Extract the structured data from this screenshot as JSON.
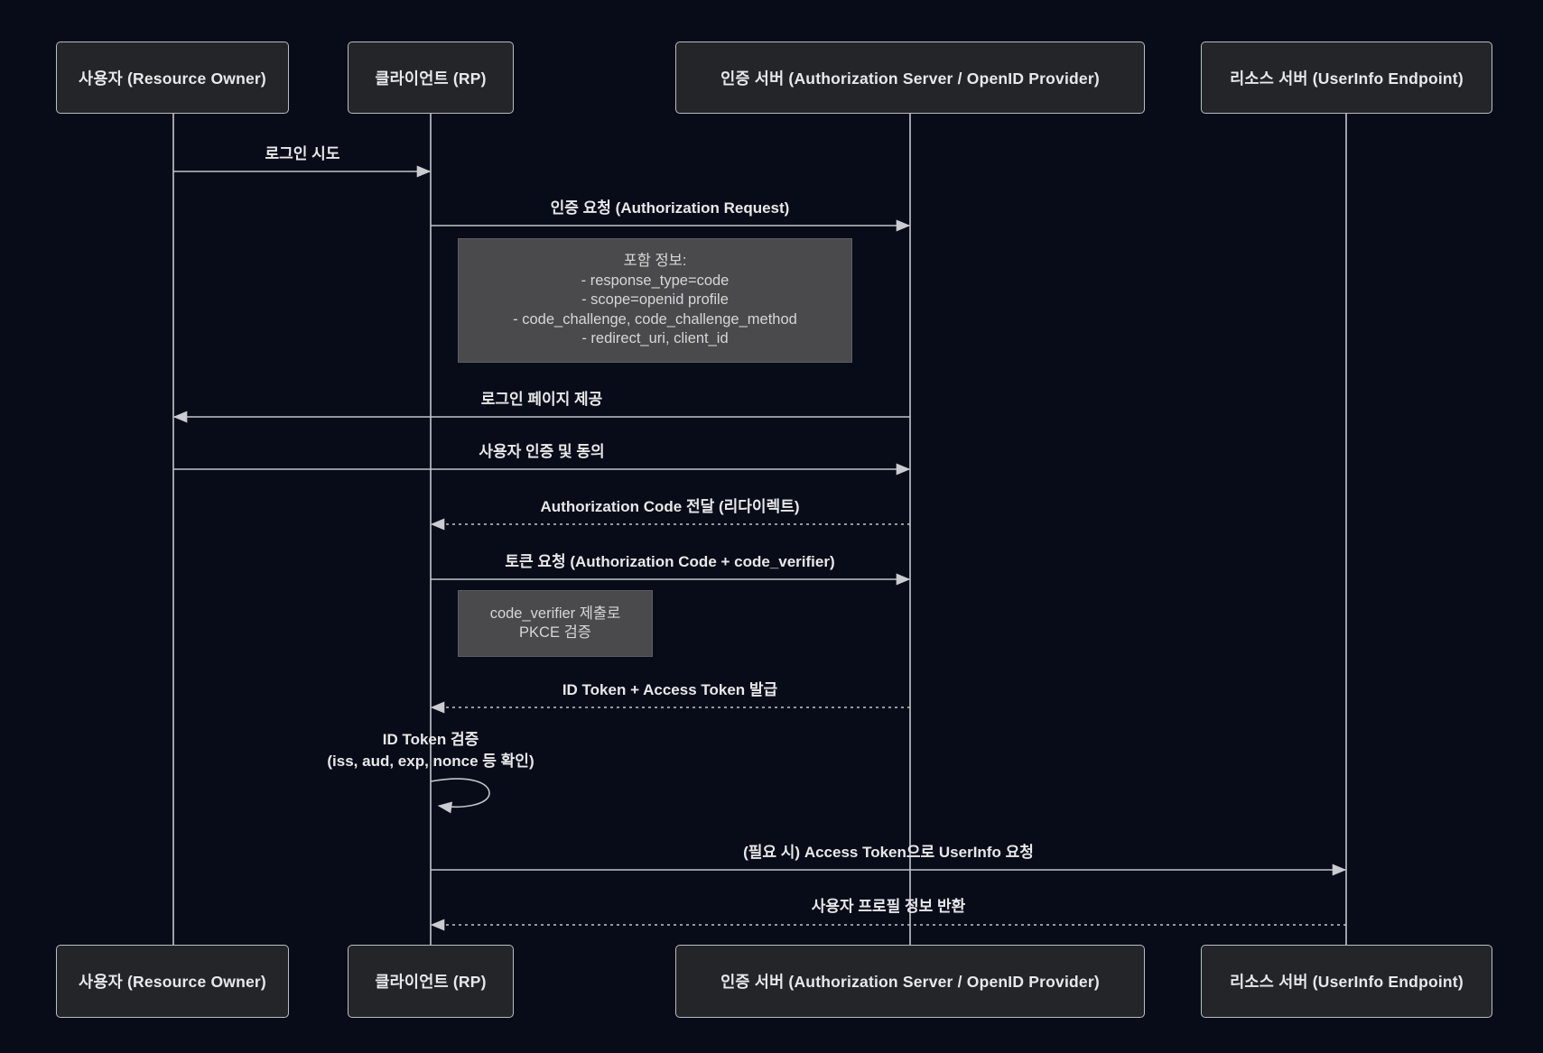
{
  "diagram": {
    "type": "sequence-diagram",
    "topic": "OIDC Authorization Code Flow with PKCE",
    "actors": [
      {
        "id": "user",
        "label": "사용자 (Resource Owner)"
      },
      {
        "id": "client",
        "label": "클라이언트 (RP)"
      },
      {
        "id": "authsrv",
        "label": "인증 서버 (Authorization Server / OpenID Provider)"
      },
      {
        "id": "resource",
        "label": "리소스 서버 (UserInfo Endpoint)"
      }
    ],
    "messages": [
      {
        "from": "user",
        "to": "client",
        "style": "solid",
        "label": "로그인 시도"
      },
      {
        "from": "client",
        "to": "authsrv",
        "style": "solid",
        "label": "인증 요청 (Authorization Request)"
      },
      {
        "from": "authsrv",
        "to": "user",
        "style": "solid",
        "label": "로그인 페이지 제공"
      },
      {
        "from": "user",
        "to": "authsrv",
        "style": "solid",
        "label": "사용자 인증 및 동의"
      },
      {
        "from": "authsrv",
        "to": "client",
        "style": "dashed",
        "label": "Authorization Code 전달 (리다이렉트)"
      },
      {
        "from": "client",
        "to": "authsrv",
        "style": "solid",
        "label": "토큰 요청 (Authorization Code + code_verifier)"
      },
      {
        "from": "authsrv",
        "to": "client",
        "style": "dashed",
        "label": "ID Token + Access Token 발급"
      },
      {
        "from": "client",
        "to": "client",
        "style": "self",
        "label_line1": "ID Token 검증",
        "label_line2": "(iss, aud, exp, nonce 등 확인)"
      },
      {
        "from": "client",
        "to": "resource",
        "style": "solid",
        "label": "(필요 시) Access Token으로 UserInfo 요청"
      },
      {
        "from": "resource",
        "to": "client",
        "style": "dashed",
        "label": "사용자 프로필 정보 반환"
      }
    ],
    "notes": [
      {
        "attached_to": "authsrv",
        "lines": [
          "포함 정보:",
          "- response_type=code",
          "- scope=openid profile",
          "- code_challenge, code_challenge_method",
          "- redirect_uri, client_id"
        ]
      },
      {
        "attached_to": "authsrv",
        "lines": [
          "code_verifier 제출로",
          "PKCE 검증"
        ]
      }
    ],
    "colors": {
      "background": "#070c18",
      "actor_fill": "#232528",
      "actor_border": "#b9bdc3",
      "note_fill": "#4a4a4c",
      "note_border": "#5d5d60",
      "line": "#c2c5c9",
      "text": "#e8e8ea",
      "note_text": "#d6d6d6"
    }
  }
}
